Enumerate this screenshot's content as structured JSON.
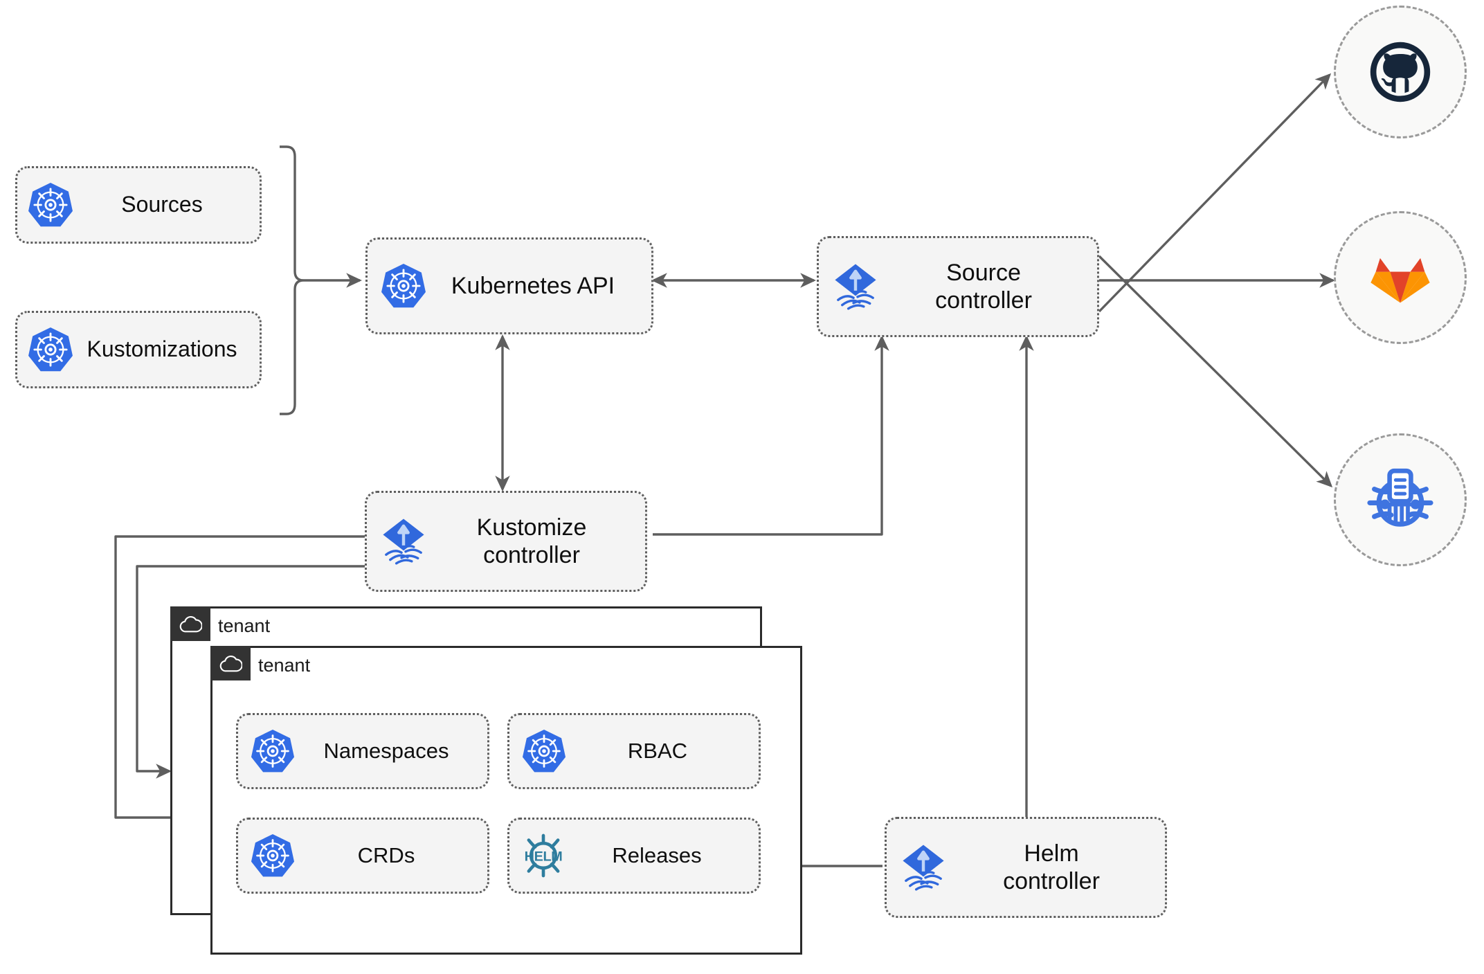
{
  "diagram": {
    "title": "Flux GitOps architecture",
    "colors": {
      "k8s_blue": "#326CE5",
      "flux_blue": "#3068DC",
      "helm_teal": "#2E7D9E",
      "github_dark": "#16263A",
      "gitlab_orange": "#E24329",
      "gitlab_amber": "#FC9403",
      "edge_gray": "#5e5e5e",
      "node_fill": "#f4f4f4",
      "tenant_header": "#333333"
    },
    "nodes": {
      "sources": {
        "label": "Sources",
        "icon": "kubernetes-icon"
      },
      "kustomizations": {
        "label": "Kustomizations",
        "icon": "kubernetes-icon"
      },
      "kubernetes_api": {
        "label": "Kubernetes API",
        "icon": "kubernetes-icon"
      },
      "source_controller": {
        "label": "Source\ncontroller",
        "icon": "flux-icon"
      },
      "kustomize_controller": {
        "label": "Kustomize\ncontroller",
        "icon": "flux-icon"
      },
      "helm_controller": {
        "label": "Helm\ncontroller",
        "icon": "flux-icon"
      },
      "namespaces": {
        "label": "Namespaces",
        "icon": "kubernetes-icon"
      },
      "rbac": {
        "label": "RBAC",
        "icon": "kubernetes-icon"
      },
      "crds": {
        "label": "CRDs",
        "icon": "kubernetes-icon"
      },
      "releases": {
        "label": "Releases",
        "icon": "helm-icon"
      }
    },
    "tenants": [
      {
        "label": "tenant",
        "icon": "cloud-icon"
      },
      {
        "label": "tenant",
        "icon": "cloud-icon"
      }
    ],
    "endpoints": [
      {
        "name": "github",
        "icon": "github-icon"
      },
      {
        "name": "gitlab",
        "icon": "gitlab-icon"
      },
      {
        "name": "helm-repository",
        "icon": "helm-repository-icon"
      }
    ]
  }
}
